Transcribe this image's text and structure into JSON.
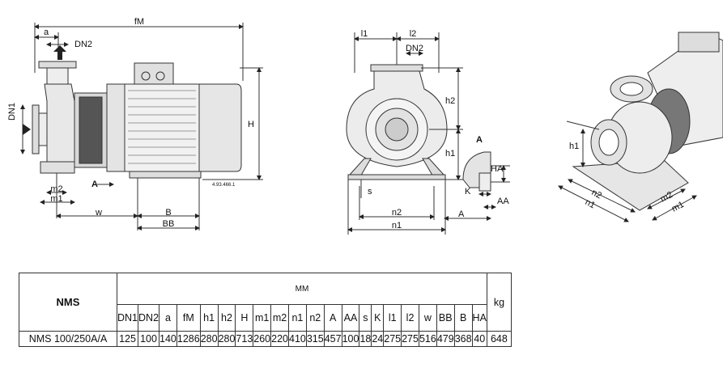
{
  "drawing_labels": {
    "fM": "fM",
    "a": "a",
    "DN2": "DN2",
    "DN1": "DN1",
    "H": "H",
    "A": "A",
    "m2": "m2",
    "m1": "m1",
    "w": "w",
    "B": "B",
    "BB": "BB",
    "ref": "4.93.466.1",
    "l1": "l1",
    "l2": "l2",
    "h2": "h2",
    "h1": "h1",
    "s": "s",
    "n2": "n2",
    "n1": "n1",
    "HA": "HA",
    "K": "K",
    "AA": "AA"
  },
  "table": {
    "model_header": "NMS",
    "unit_header": "MM",
    "weight_header": "kg",
    "columns": [
      "DN1",
      "DN2",
      "a",
      "fM",
      "h1",
      "h2",
      "H",
      "m1",
      "m2",
      "n1",
      "n2",
      "A",
      "AA",
      "s",
      "K",
      "l1",
      "l2",
      "w",
      "BB",
      "B",
      "HA"
    ],
    "rows": [
      {
        "model": "NMS 100/250A/A",
        "values": [
          "125",
          "100",
          "140",
          "1286",
          "280",
          "280",
          "713",
          "260",
          "220",
          "410",
          "315",
          "457",
          "100",
          "18",
          "24",
          "275",
          "275",
          "516",
          "479",
          "368",
          "40"
        ],
        "kg": "648"
      }
    ]
  }
}
